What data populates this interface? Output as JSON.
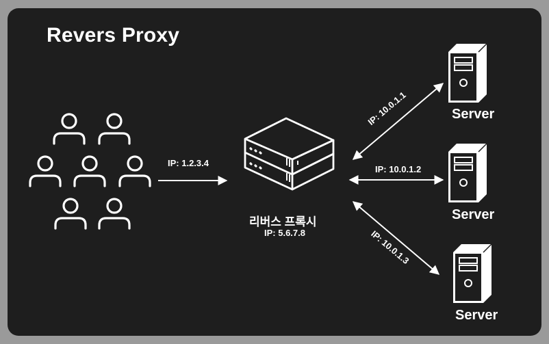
{
  "title": "Revers Proxy",
  "clients": {
    "icon": "users-group-icon",
    "arrow_label": "IP: 1.2.3.4"
  },
  "proxy": {
    "icon": "network-appliance-icon",
    "name": "리버스 프록시",
    "ip": "IP: 5.6.7.8"
  },
  "servers": [
    {
      "label": "Server",
      "link_label": "IP: 10.0.1.1",
      "icon": "server-tower-icon"
    },
    {
      "label": "Server",
      "link_label": "IP: 10.0.1.2",
      "icon": "server-tower-icon"
    },
    {
      "label": "Server",
      "link_label": "IP: 10.0.1.3",
      "icon": "server-tower-icon"
    }
  ],
  "colors": {
    "background": "#1e1e1e",
    "frame": "#9a9a9a",
    "foreground": "#ffffff"
  }
}
